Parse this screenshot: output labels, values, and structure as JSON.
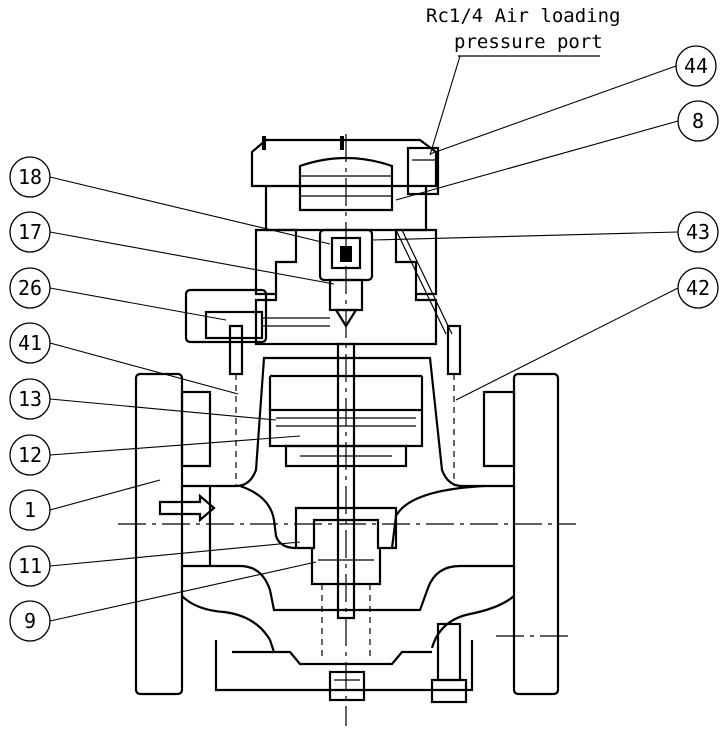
{
  "port_label": {
    "line1": "Rc1/4 Air loading",
    "line2": "pressure port"
  },
  "callouts": [
    {
      "id": "44",
      "label": "44"
    },
    {
      "id": "8",
      "label": "8"
    },
    {
      "id": "18",
      "label": "18"
    },
    {
      "id": "43",
      "label": "43"
    },
    {
      "id": "17",
      "label": "17"
    },
    {
      "id": "26",
      "label": "26"
    },
    {
      "id": "42",
      "label": "42"
    },
    {
      "id": "41",
      "label": "41"
    },
    {
      "id": "13",
      "label": "13"
    },
    {
      "id": "12",
      "label": "12"
    },
    {
      "id": "1",
      "label": "1"
    },
    {
      "id": "11",
      "label": "11"
    },
    {
      "id": "9",
      "label": "9"
    }
  ]
}
